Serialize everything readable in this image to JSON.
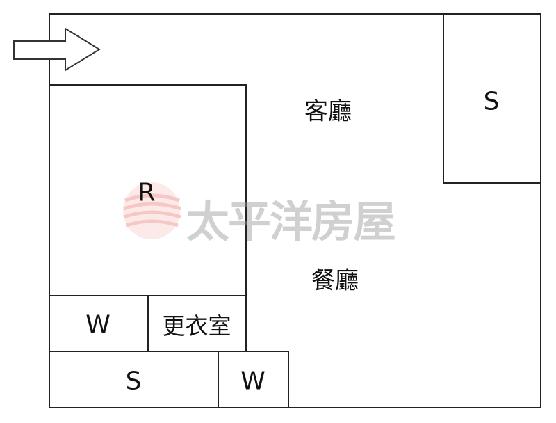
{
  "title": "Floor plan",
  "rooms": {
    "living_room": "客廳",
    "dining_room": "餐廳",
    "bedroom": "R",
    "storage_right": "S",
    "storage_bottom": "S",
    "bathroom_left": "W",
    "bathroom_bottom": "W",
    "closet": "更衣室"
  },
  "entrance_icon": "arrow-right-icon",
  "watermark": {
    "text": "太平洋房屋",
    "logo_color": "#f2a5a5"
  }
}
